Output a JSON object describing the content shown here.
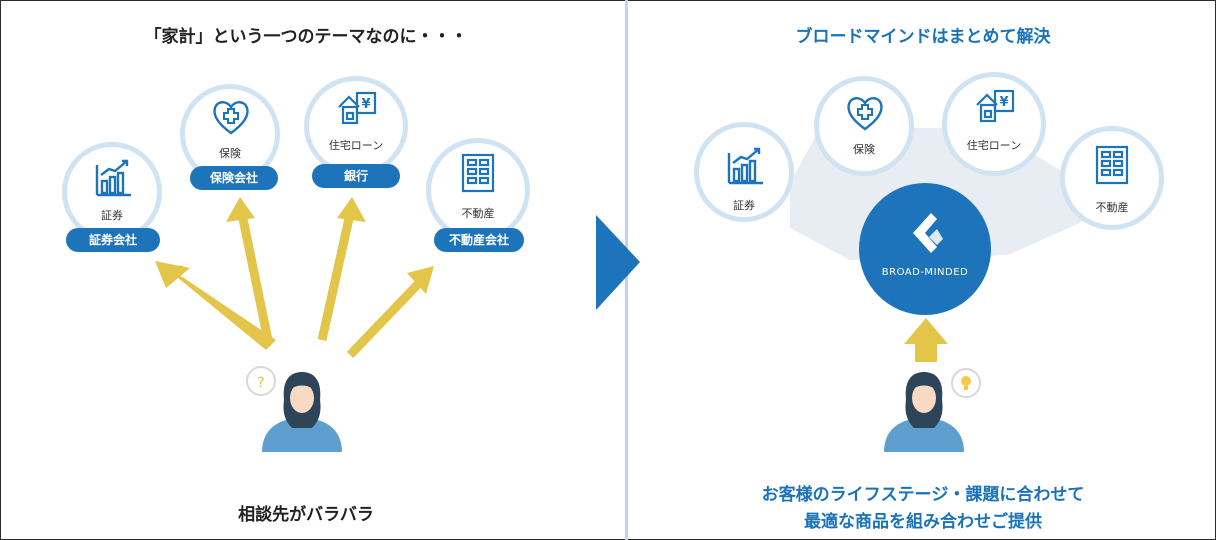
{
  "left": {
    "title": "「家計」という一つのテーマなのに・・・",
    "caption": "相談先がバラバラ",
    "items": [
      {
        "icon": "chart-icon",
        "label": "証券",
        "pill": "証券会社"
      },
      {
        "icon": "heart-cross-icon",
        "label": "保険",
        "pill": "保険会社"
      },
      {
        "icon": "house-yen-icon",
        "label": "住宅ローン",
        "pill": "銀行"
      },
      {
        "icon": "building-icon",
        "label": "不動産",
        "pill": "不動産会社"
      }
    ]
  },
  "right": {
    "title": "ブロードマインドはまとめて解決",
    "items": [
      {
        "icon": "chart-icon",
        "label": "証券"
      },
      {
        "icon": "heart-cross-icon",
        "label": "保険"
      },
      {
        "icon": "house-yen-icon",
        "label": "住宅ローン"
      },
      {
        "icon": "building-icon",
        "label": "不動産"
      }
    ],
    "logo_text": "BROAD-MINDED",
    "caption_line1": "お客様のライフステージ・課題に合わせて",
    "caption_line2": "最適な商品を組み合わせご提供"
  },
  "colors": {
    "accent_blue": "#1e74bb",
    "circle_border": "#cfe3f3",
    "arrow_gold": "#e3c54a",
    "divider": "#b9d6ec"
  }
}
